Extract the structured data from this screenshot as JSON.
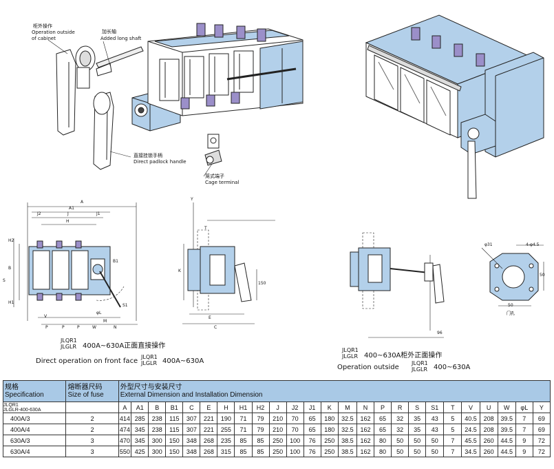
{
  "drawing_labels": {
    "operation_outside_cn": "柜外操作",
    "operation_outside_en_1": "Operation outside",
    "operation_outside_en_2": "of cabinet",
    "long_shaft_cn": "加长轴",
    "long_shaft_en": "Added long shaft",
    "padlock_cn": "直接挂锁手柄",
    "padlock_en": "Direct padlock handle",
    "cage_cn": "笼式端子",
    "cage_en": "Cage terminal"
  },
  "dimension_letters": {
    "front": [
      "A",
      "A1",
      "J2",
      "J",
      "J1",
      "H",
      "B",
      "B1",
      "H2",
      "H1",
      "V",
      "P",
      "P",
      "P",
      "W",
      "N",
      "M",
      "φL",
      "S",
      "S1"
    ],
    "side": [
      "Y",
      "T",
      "K",
      "E",
      "C",
      "150"
    ],
    "outside": [
      "96",
      "φ31",
      "4-φ4.5",
      "50",
      "50"
    ],
    "outside_cn": "门孔"
  },
  "captions": {
    "front_model_1": "JLQR1",
    "front_model_2": "JLGLR",
    "front_range_cn": "400A~630A正面直接操作",
    "front_en": "Direct operation on front face",
    "front_model_b1": "JLQR1",
    "front_model_b2": "JLGLR",
    "front_range": "400A~630A",
    "outside_model_1": "JLQR1",
    "outside_model_2": "JLGLR",
    "outside_range_cn": "400~630A柜外正面操作",
    "outside_en": "Operation outside",
    "outside_model_b1": "JLQR1",
    "outside_model_b2": "JLGLR",
    "outside_range": "400~630A"
  },
  "table": {
    "spec_cn": "规格",
    "spec_en": "Specification",
    "fuse_cn": "熔断器尺码",
    "fuse_en": "Size of fuse",
    "dim_cn": "外型尺寸与安装尺寸",
    "dim_en": "External Dimension and Installation Dimension",
    "model_line1": "JLQR1",
    "model_line2": "JLGLR",
    "model_range": "-400-630A",
    "columns": [
      "A",
      "A1",
      "B",
      "B1",
      "C",
      "E",
      "H",
      "H1",
      "H2",
      "J",
      "J2",
      "J1",
      "K",
      "M",
      "N",
      "P",
      "R",
      "S",
      "S1",
      "T",
      "V",
      "U",
      "W",
      "φL",
      "Y"
    ],
    "rows": [
      {
        "spec": "400A/3",
        "fuse": "2",
        "vals": [
          "414",
          "285",
          "238",
          "115",
          "307",
          "221",
          "190",
          "71",
          "79",
          "210",
          "70",
          "65",
          "180",
          "32.5",
          "162",
          "65",
          "32",
          "35",
          "43",
          "5",
          "40.5",
          "208",
          "39.5",
          "7",
          "69"
        ]
      },
      {
        "spec": "400A/4",
        "fuse": "2",
        "vals": [
          "474",
          "345",
          "238",
          "115",
          "307",
          "221",
          "255",
          "71",
          "79",
          "210",
          "70",
          "65",
          "180",
          "32.5",
          "162",
          "65",
          "32",
          "35",
          "43",
          "5",
          "24.5",
          "208",
          "39.5",
          "7",
          "69"
        ]
      },
      {
        "spec": "630A/3",
        "fuse": "3",
        "vals": [
          "470",
          "345",
          "300",
          "150",
          "348",
          "268",
          "235",
          "85",
          "85",
          "250",
          "100",
          "76",
          "250",
          "38.5",
          "162",
          "80",
          "50",
          "50",
          "50",
          "7",
          "45.5",
          "260",
          "44.5",
          "9",
          "72"
        ]
      },
      {
        "spec": "630A/4",
        "fuse": "3",
        "vals": [
          "550",
          "425",
          "300",
          "150",
          "348",
          "268",
          "315",
          "85",
          "85",
          "250",
          "100",
          "76",
          "250",
          "38.5",
          "162",
          "80",
          "50",
          "50",
          "50",
          "7",
          "34.5",
          "260",
          "44.5",
          "9",
          "72"
        ]
      }
    ]
  },
  "colors": {
    "drawing_blue": "#b3d0ea",
    "table_header": "#a9c9e6",
    "terminal_purple": "#9b8fc9"
  }
}
